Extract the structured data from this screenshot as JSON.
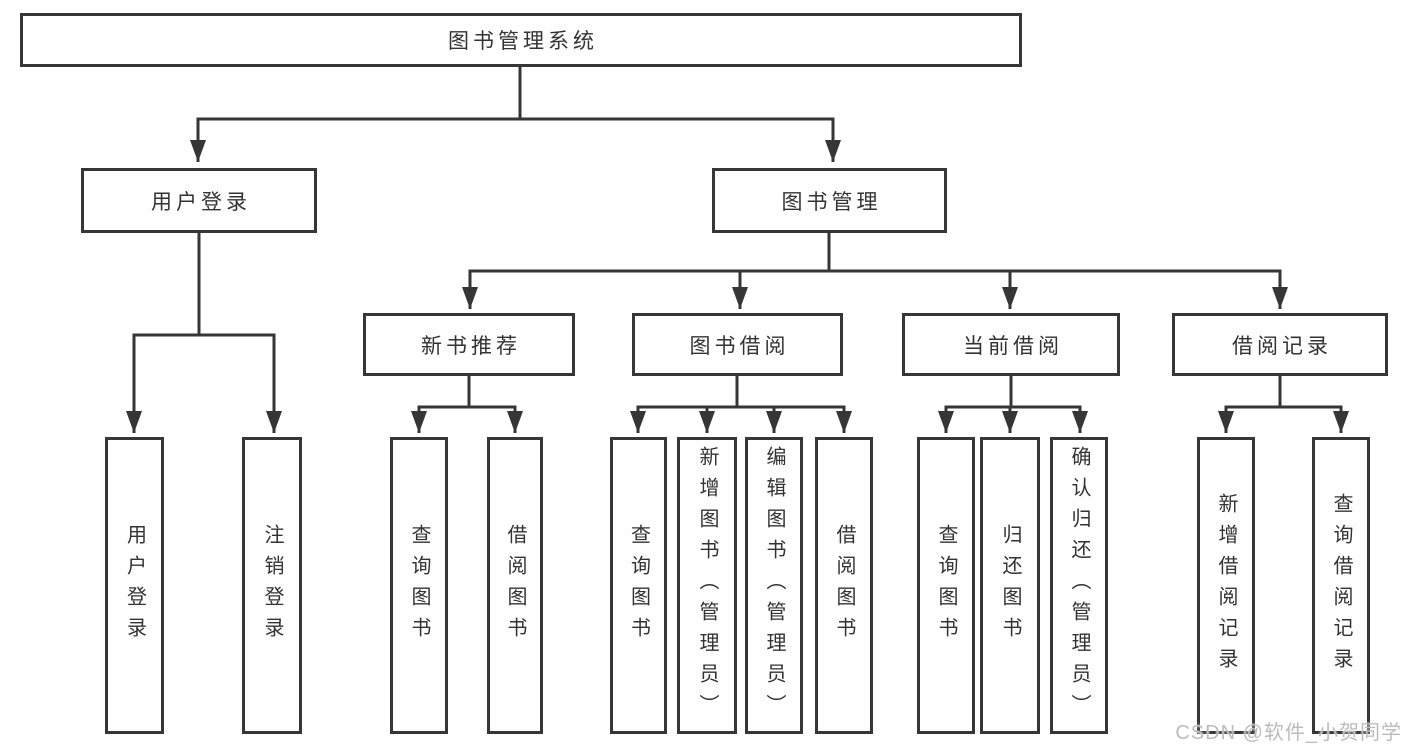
{
  "diagram": {
    "type": "tree",
    "title": "图书管理系统",
    "nodes": [
      {
        "id": "root",
        "label": "图书管理系统",
        "parent": null
      },
      {
        "id": "user-login",
        "label": "用户登录",
        "parent": "root"
      },
      {
        "id": "book-mgmt",
        "label": "图书管理",
        "parent": "root"
      },
      {
        "id": "new-book-rec",
        "label": "新书推荐",
        "parent": "book-mgmt"
      },
      {
        "id": "book-borrow",
        "label": "图书借阅",
        "parent": "book-mgmt"
      },
      {
        "id": "current-borrow",
        "label": "当前借阅",
        "parent": "book-mgmt"
      },
      {
        "id": "borrow-records",
        "label": "借阅记录",
        "parent": "book-mgmt"
      },
      {
        "id": "leaf-user-login",
        "label": "用户登录",
        "parent": "user-login"
      },
      {
        "id": "leaf-logout",
        "label": "注销登录",
        "parent": "user-login"
      },
      {
        "id": "leaf-query-book-1",
        "label": "查询图书",
        "parent": "new-book-rec"
      },
      {
        "id": "leaf-borrow-book-1",
        "label": "借阅图书",
        "parent": "new-book-rec"
      },
      {
        "id": "leaf-query-book-2",
        "label": "查询图书",
        "parent": "book-borrow"
      },
      {
        "id": "leaf-add-book",
        "label": "新增图书（管理员）",
        "parent": "book-borrow"
      },
      {
        "id": "leaf-edit-book",
        "label": "编辑图书（管理员）",
        "parent": "book-borrow"
      },
      {
        "id": "leaf-borrow-book-2",
        "label": "借阅图书",
        "parent": "book-borrow"
      },
      {
        "id": "leaf-query-book-3",
        "label": "查询图书",
        "parent": "current-borrow"
      },
      {
        "id": "leaf-return-book",
        "label": "归还图书",
        "parent": "current-borrow"
      },
      {
        "id": "leaf-confirm-return",
        "label": "确认归还（管理员）",
        "parent": "current-borrow"
      },
      {
        "id": "leaf-add-record",
        "label": "新增借阅记录",
        "parent": "borrow-records"
      },
      {
        "id": "leaf-query-record",
        "label": "查询借阅记录",
        "parent": "borrow-records"
      }
    ]
  },
  "watermark": {
    "text": "CSDN @软件_小贺同学"
  },
  "colors": {
    "background": "#ffffff",
    "box_background": "#fefefe",
    "line": "#363636",
    "text": "#333333",
    "watermark": "#bcbcbc"
  }
}
